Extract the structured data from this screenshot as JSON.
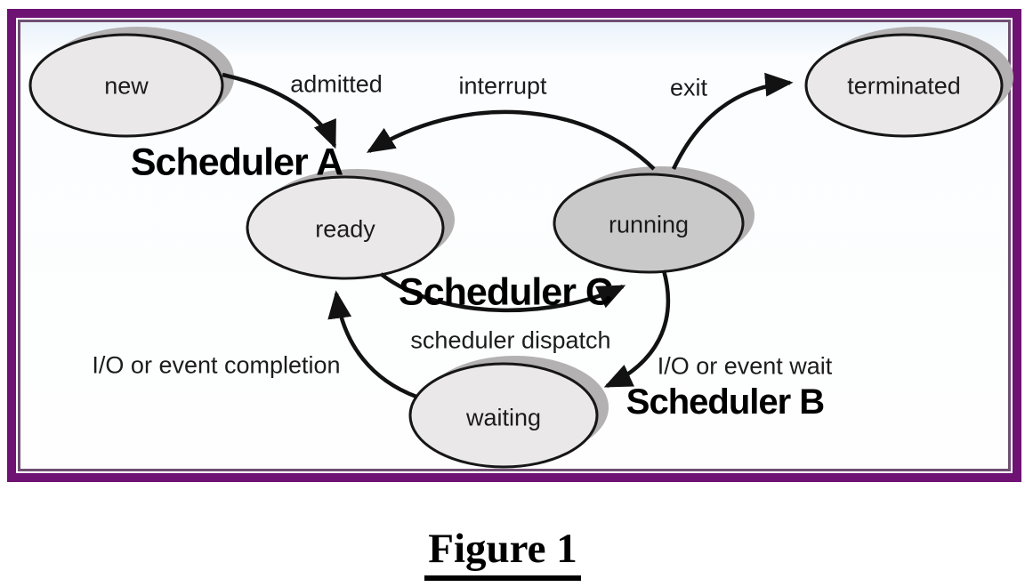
{
  "diagram": {
    "title_hint": "process state transition diagram",
    "states": [
      {
        "id": "new",
        "label": "new"
      },
      {
        "id": "ready",
        "label": "ready"
      },
      {
        "id": "running",
        "label": "running"
      },
      {
        "id": "waiting",
        "label": "waiting"
      },
      {
        "id": "terminated",
        "label": "terminated"
      }
    ],
    "transitions": [
      {
        "from": "new",
        "to": "ready",
        "label": "admitted"
      },
      {
        "from": "running",
        "to": "ready",
        "label": "interrupt"
      },
      {
        "from": "running",
        "to": "terminated",
        "label": "exit"
      },
      {
        "from": "ready",
        "to": "running",
        "label": "scheduler dispatch"
      },
      {
        "from": "running",
        "to": "waiting",
        "label": "I/O or event wait"
      },
      {
        "from": "waiting",
        "to": "ready",
        "label": "I/O or event completion"
      }
    ],
    "annotations": [
      {
        "id": "scheduler-a",
        "label": "Scheduler A"
      },
      {
        "id": "scheduler-c",
        "label": "Scheduler C"
      },
      {
        "id": "scheduler-b",
        "label": "Scheduler B"
      }
    ],
    "colors": {
      "frame_outer": "#6e1273",
      "frame_inner": "#6f4f72",
      "state_fill": "#eae8e8",
      "running_fill": "#c9c9c9",
      "shadow_fill": "#b3b1b1",
      "outline": "#161616",
      "arrow": "#121212"
    }
  },
  "caption": {
    "text": "Figure 1"
  }
}
